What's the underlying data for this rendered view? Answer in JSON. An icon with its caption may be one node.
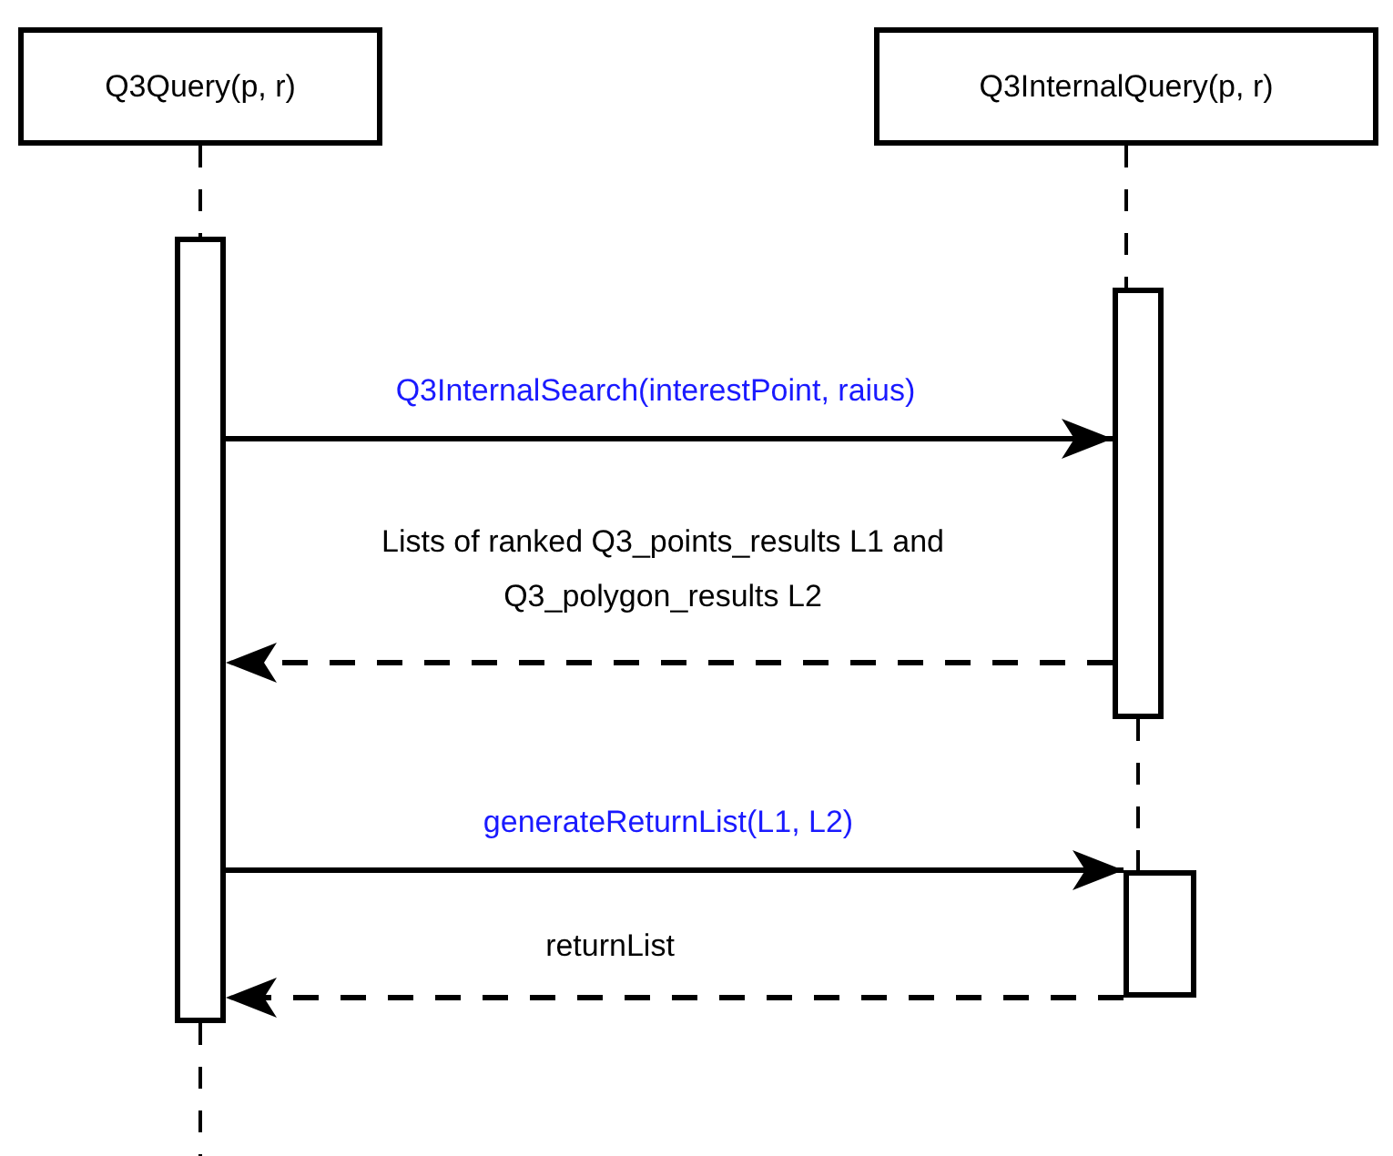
{
  "diagram": {
    "nodes": [
      {
        "text": [
          "Q3Query(p, r)"
        ]
      },
      {
        "text": [
          "Q3InternalQuery(p, r)"
        ]
      },
      {
        "text": [],
        "shape": "bar"
      },
      {
        "text": [],
        "shape": "bar"
      },
      {
        "text": [],
        "shape": "bar"
      }
    ],
    "edges": [
      {
        "from": 0,
        "to": 2,
        "arrow": "none",
        "style": "dashed"
      },
      {
        "from": 1,
        "to": 3,
        "arrow": "none",
        "style": "dashed"
      },
      {
        "from": 3,
        "to": 4,
        "arrow": "none",
        "style": "dashed"
      },
      {
        "from": 2,
        "to": 3,
        "arrow": "to",
        "label": "Q3InternalSearch(interestPoint, raius)"
      },
      {
        "from": 3,
        "to": 2,
        "arrow": "to",
        "style": "dashed",
        "label": "Lists of ranked Q3_points_results L1 and Q3_polygon_results L2"
      },
      {
        "from": 2,
        "to": 4,
        "arrow": "to",
        "label": "generateReturnList(L1, L2)"
      },
      {
        "from": 4,
        "to": 2,
        "arrow": "to",
        "style": "dashed",
        "label": "returnList"
      }
    ]
  }
}
